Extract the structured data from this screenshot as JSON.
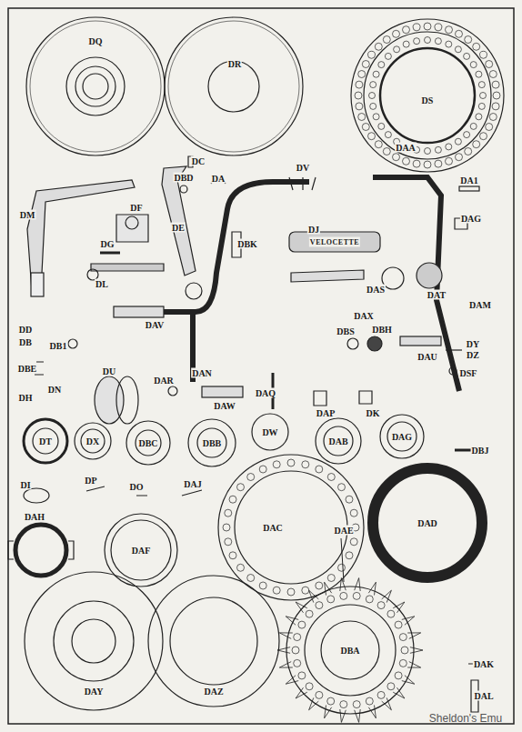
{
  "diagram": {
    "labels": [
      "DQ",
      "DR",
      "DS",
      "DAA",
      "DA1",
      "DC",
      "DBD",
      "DA",
      "DV",
      "DM",
      "DF",
      "DE",
      "DBK",
      "DJ",
      "VELOCETTE",
      "DAG",
      "DAM",
      "DG",
      "DL",
      "DAS",
      "DAT",
      "DD",
      "DB",
      "DB1",
      "DAV",
      "DAX",
      "DBE",
      "DU",
      "DAR",
      "DAN",
      "DBS",
      "DBH",
      "DAU",
      "DH",
      "DN",
      "DAW",
      "DAQ",
      "DAP",
      "DK",
      "DY",
      "DZ",
      "DSF",
      "DT",
      "DX",
      "DBC",
      "DBB",
      "DW",
      "DAB",
      "DAG",
      "DBJ",
      "DI",
      "DP",
      "DO",
      "DAJ",
      "DAH",
      "DAF",
      "DAC",
      "DAE",
      "DAD",
      "DBA",
      "DAK",
      "DAL",
      "DAY",
      "DAZ",
      "Sheldon's Emu"
    ]
  }
}
